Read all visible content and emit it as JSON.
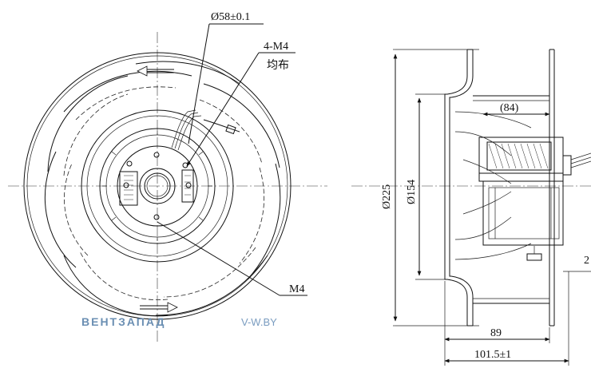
{
  "front_view": {
    "label_shaft_diameter": "Ø58±0.1",
    "label_holes": "4-M4",
    "label_holes_note": "均布",
    "label_thread": "M4"
  },
  "side_view": {
    "dim_outer_diameter": "Ø225",
    "dim_inner_diameter": "Ø154",
    "dim_motor_length": "(84)",
    "dim_depth": "89",
    "dim_total_depth": "101.5±1",
    "dim_right_partial": "2"
  },
  "watermark": {
    "brand": "ВЕНТЗАПАД",
    "site": "V-W.BY"
  }
}
